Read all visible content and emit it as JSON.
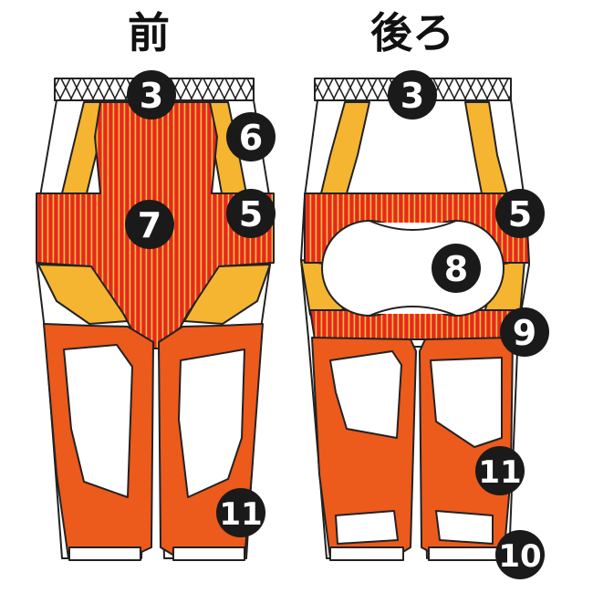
{
  "titles": {
    "front": "前",
    "back": "後ろ"
  },
  "colors": {
    "red_stripe": "#e8281e",
    "yellow_stripe": "#f4c43c",
    "yellow_band": "#f5b531",
    "orange": "#ec5a1c",
    "badge": "#1a1a1a",
    "badge_text": "#ffffff",
    "outline": "#222222"
  },
  "front": {
    "labels": {
      "waist": "3",
      "hip_band": "6",
      "side": "5",
      "center": "7",
      "shin": "11"
    }
  },
  "back": {
    "labels": {
      "waist": "3",
      "side": "5",
      "seat": "8",
      "thigh_band": "9",
      "shin": "11",
      "hem": "10"
    }
  }
}
